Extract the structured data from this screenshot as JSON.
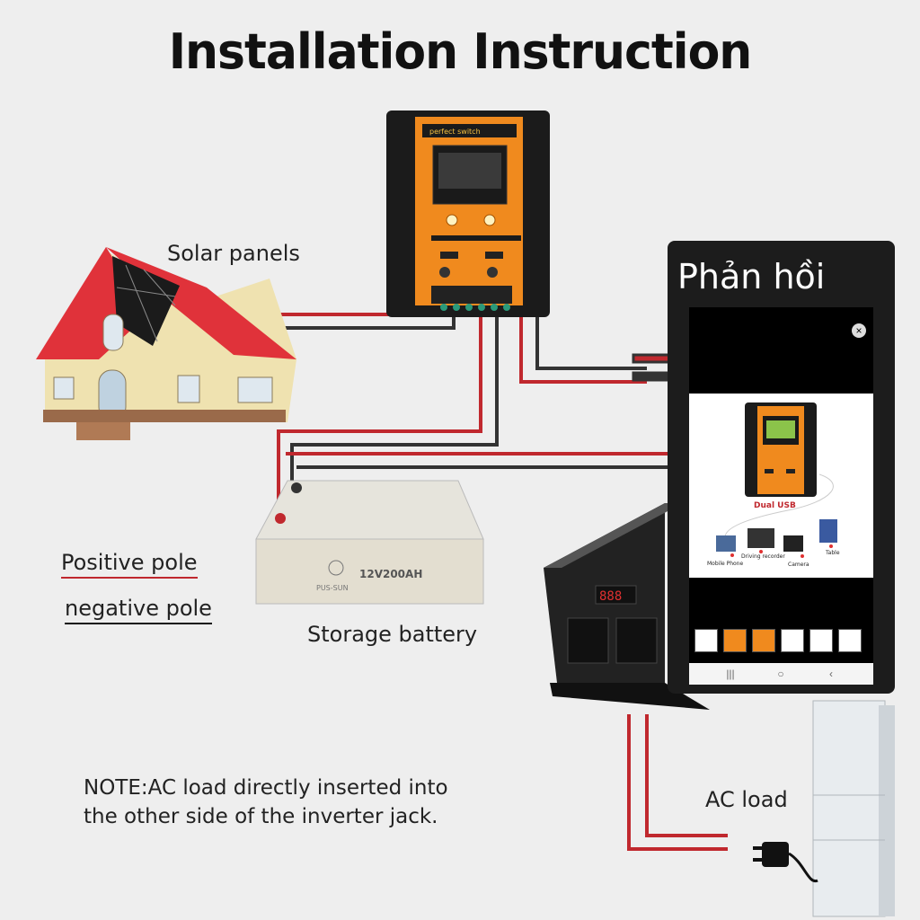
{
  "poster": {
    "title": "Installation Instruction",
    "label_solar": "Solar panels",
    "label_positive": "Positive pole",
    "label_negative": "negative pole",
    "label_battery": "Storage battery",
    "label_ac_load": "AC load",
    "note_line1": "NOTE:AC load directly inserted into",
    "note_line2": "the other side of the inverter jack.",
    "controller_brand": "perfect switch",
    "battery_model": "12V200AH",
    "battery_brand": "PUS-SUN"
  },
  "popup": {
    "title": "Phản hồi",
    "close_icon": "×",
    "dual_usb": "Dual USB",
    "device_labels": [
      "Mobile Phone",
      "Driving recorder",
      "Camera",
      "Table"
    ],
    "nav": {
      "recents": "|||",
      "home": "○",
      "back": "‹"
    }
  },
  "colors": {
    "wire_red": "#c0282e",
    "wire_dark": "#333333",
    "controller_orange": "#f08a1e",
    "popup_bg": "#1c1c1c"
  }
}
